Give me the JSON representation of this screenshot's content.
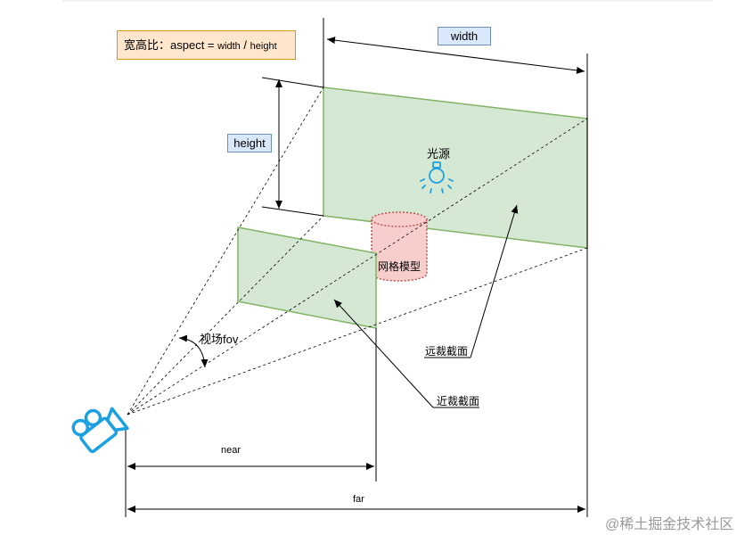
{
  "aspect_box": {
    "prefix": "宽高比：aspect = ",
    "width_word": "width",
    "slash": " / ",
    "height_word": "height"
  },
  "labels": {
    "width": "width",
    "height": "height",
    "light_source": "光源",
    "mesh_model": "网格模型",
    "fov": "视场fov",
    "far_plane": "远裁截面",
    "near_plane": "近裁截面",
    "near": "near",
    "far": "far"
  },
  "watermark": "@稀土掘金技术社区",
  "colors": {
    "plane_fill": "#d5e8d4",
    "plane_stroke": "#82b366",
    "mesh_fill": "#f8cecc",
    "mesh_stroke": "#b85450",
    "camera": "#1ba1e2",
    "aspect_fill": "#ffe6cc",
    "aspect_stroke": "#d79b00",
    "label_fill": "#dae8fc",
    "label_stroke": "#6c8ebf"
  },
  "icons": [
    "camera-icon",
    "lightbulb-icon"
  ]
}
